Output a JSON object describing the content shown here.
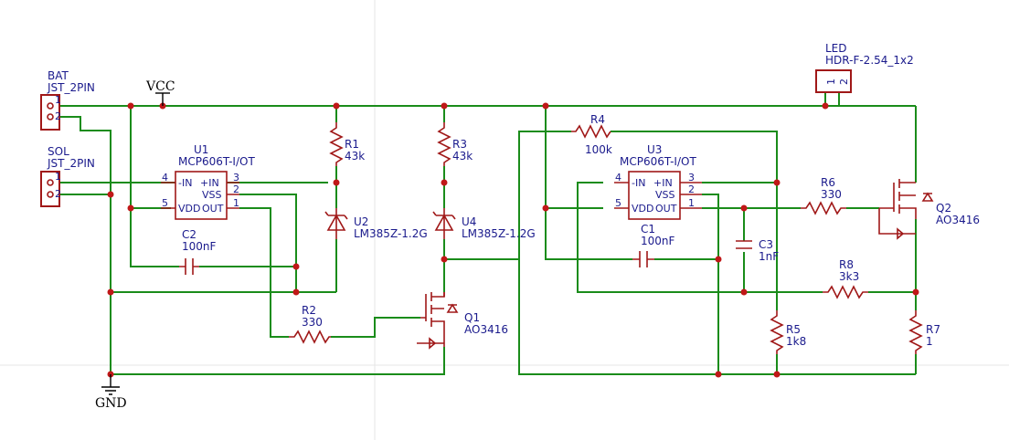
{
  "nets": {
    "vcc": "VCC",
    "gnd": "GND"
  },
  "connectors": {
    "bat": {
      "ref": "BAT",
      "value": "JST_2PIN",
      "pin1": "1",
      "pin2": "2"
    },
    "sol": {
      "ref": "SOL",
      "value": "JST_2PIN",
      "pin1": "1",
      "pin2": "2"
    },
    "led": {
      "ref": "LED",
      "value": "HDR-F-2.54_1x2",
      "pin1": "1",
      "pin2": "2"
    }
  },
  "opamps": {
    "u1": {
      "ref": "U1",
      "value": "MCP606T-I/OT"
    },
    "u3": {
      "ref": "U3",
      "value": "MCP606T-I/OT"
    },
    "pins": {
      "inm": "-IN",
      "inp": "+IN",
      "vss": "VSS",
      "vdd": "VDD",
      "out": "OUT",
      "n4": "4",
      "n3": "3",
      "n2": "2",
      "n5": "5",
      "n1": "1"
    }
  },
  "resistors": {
    "r1": {
      "ref": "R1",
      "value": "43k"
    },
    "r2": {
      "ref": "R2",
      "value": "330"
    },
    "r3": {
      "ref": "R3",
      "value": "43k"
    },
    "r4": {
      "ref": "R4",
      "value": "100k"
    },
    "r5": {
      "ref": "R5",
      "value": "1k8"
    },
    "r6": {
      "ref": "R6",
      "value": "330"
    },
    "r7": {
      "ref": "R7",
      "value": "1"
    },
    "r8": {
      "ref": "R8",
      "value": "3k3"
    }
  },
  "capacitors": {
    "c1": {
      "ref": "C1",
      "value": "100nF"
    },
    "c2": {
      "ref": "C2",
      "value": "100nF"
    },
    "c3": {
      "ref": "C3",
      "value": "1nF"
    }
  },
  "diodes": {
    "u2": {
      "ref": "U2",
      "value": "LM385Z-1.2G"
    },
    "u4": {
      "ref": "U4",
      "value": "LM385Z-1.2G"
    }
  },
  "mosfets": {
    "q1": {
      "ref": "Q1",
      "value": "AO3416"
    },
    "q2": {
      "ref": "Q2",
      "value": "AO3416"
    }
  },
  "colors": {
    "wire": "#1a8c1a",
    "component": "#a01818",
    "label": "#1a1a8c",
    "junction": "#c01818"
  }
}
